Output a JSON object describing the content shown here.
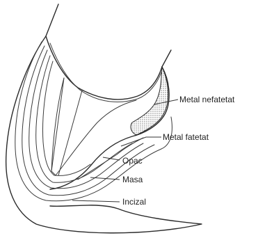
{
  "labels": {
    "metal_nefatetat": "Metal nefatetat",
    "metal_fatetat": "Metal fatetat",
    "opac": "Opac",
    "masa": "Masa",
    "incizal": "Incizal"
  },
  "colors": {
    "line": "#2a2a2a",
    "hatch": "#888888",
    "background": "#ffffff"
  }
}
